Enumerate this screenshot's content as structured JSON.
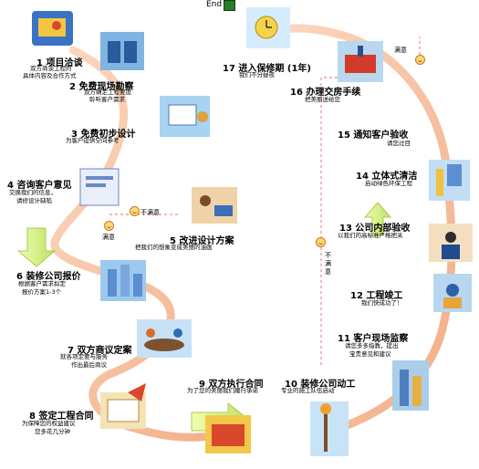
{
  "end_label": "End",
  "steps": [
    {
      "label": "1  项目洽谈",
      "desc": [
        "双方商谈工程的",
        "具体内容及合作方式"
      ]
    },
    {
      "label": "2  免费现场勘察",
      "desc": [
        "双方确定工程要度",
        "聆听客户需求"
      ]
    },
    {
      "label": "3  免费初步设计",
      "desc": [
        "为客户提供空间参考"
      ]
    },
    {
      "label": "4  咨询客户意见",
      "desc": [
        "交换我们的信息，",
        "请修设计缺陷"
      ]
    },
    {
      "label": "5  改进设计方案",
      "desc": [
        "把我们的想象变成美丽的油画"
      ]
    },
    {
      "label": "6  装修公司报价",
      "desc": [
        "根据客户需求拟定",
        "报价方案1-3个"
      ]
    },
    {
      "label": "7  双方商议定案",
      "desc": [
        "就各项定要与服务",
        "作出最后商议"
      ]
    },
    {
      "label": "8  签定工程合同",
      "desc": [
        "为保障您的权益建议",
        "您多花几分钟"
      ]
    },
    {
      "label": "9  双方执行合同",
      "desc": [
        "为了您的美丽我们履行承诺"
      ]
    },
    {
      "label": "10  装修公司动工",
      "desc": [
        "专业的施工队伍启动"
      ]
    },
    {
      "label": "11  客户现场监察",
      "desc": [
        "请您多多指教，提出",
        "宝贵意见和建议"
      ]
    },
    {
      "label": "12  工程竣工",
      "desc": [
        "我们快成功了！"
      ]
    },
    {
      "label": "13  公司内部验收",
      "desc": [
        "以我们的高标准严格把关"
      ]
    },
    {
      "label": "14  立体式清洁",
      "desc": [
        "启动绿色环保工程"
      ]
    },
    {
      "label": "15  通知客户验收",
      "desc": [
        "请您过目"
      ]
    },
    {
      "label": "16  办理交房手续",
      "desc": [
        "把美丽送给您"
      ]
    },
    {
      "label": "17  进入保修期 (1年)",
      "desc": [
        "我们不分昼夜"
      ]
    }
  ],
  "tags": {
    "satisfied": "满意",
    "unsatisfied": "不满意",
    "satisfied_top": "满意",
    "unsatisfied_right": "不满意"
  },
  "colors": {
    "path": "#f6c3a0",
    "path_dark": "#eda27a",
    "arrow_green": "#d8f08a",
    "arrow_green_dark": "#b6dc5a",
    "dash": "#f08b8b"
  }
}
